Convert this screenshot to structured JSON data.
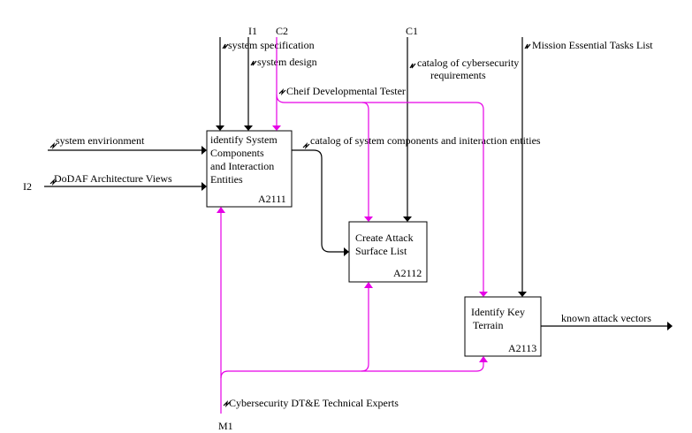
{
  "boxes": {
    "a2111": {
      "line1": "identify System",
      "line2": "Components",
      "line3": "and Interaction",
      "line4": "Entities",
      "id": "A2111"
    },
    "a2112": {
      "line1": "Create Attack",
      "line2": "Surface List",
      "id": "A2112"
    },
    "a2113": {
      "line1": "Identify Key",
      "line2": "Terrain",
      "id": "A2113"
    }
  },
  "tunnels": {
    "i1": "I1",
    "c2": "C2",
    "c1": "C1",
    "i2": "I2",
    "m1": "M1"
  },
  "arrows": {
    "system_specification": "system specification",
    "system_design": "system design",
    "chief_dev_tester": "Cheif Developmental Tester",
    "catalog_cyber_1": "catalog of cybersecurity",
    "catalog_cyber_2": "requirements",
    "metl": "Mission Essential Tasks List",
    "system_environment": "system envirionment",
    "dodaf": "DoDAF Architecture Views",
    "catalog_components": "catalog of system components and initeraction entities",
    "known_attack_vectors": "known attack vectors",
    "cyber_experts": "Cybersecurity DT&E Technical Experts"
  },
  "colors": {
    "control": "#000000",
    "mechanism": "#e600e6"
  }
}
